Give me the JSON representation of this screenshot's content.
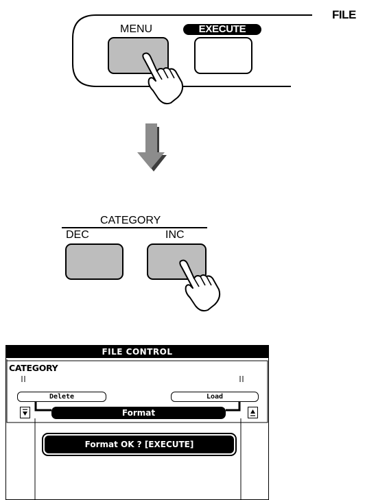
{
  "panel": {
    "file_label": "FILE",
    "menu_label": "MENU",
    "execute_label": "EXECUTE"
  },
  "category_panel": {
    "title": "CATEGORY",
    "dec_label": "DEC",
    "inc_label": "INC"
  },
  "lcd": {
    "title": "FILE CONTROL",
    "category_label": "CATEGORY",
    "left_item": "Delete",
    "right_item": "Load",
    "current_item": "Format",
    "message": "Format OK ? [EXECUTE]",
    "scroll_down_icon": "scroll-down-arrow",
    "scroll_up_icon": "scroll-up-arrow"
  },
  "colors": {
    "button_grey": "#bdbdbd",
    "arrow_grey": "#8c8c8c",
    "arrow_shadow": "#3d3d3d"
  }
}
